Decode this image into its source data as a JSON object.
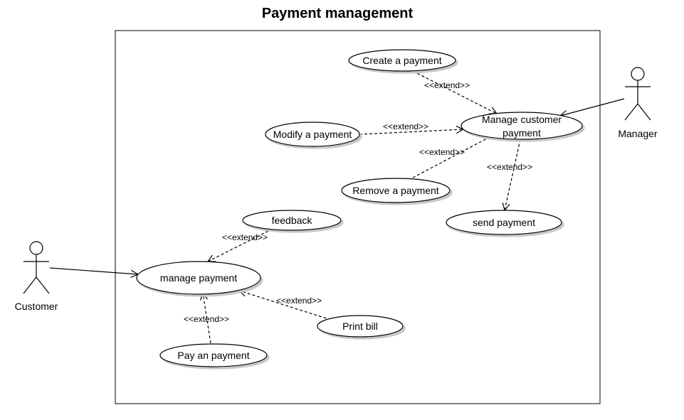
{
  "diagram": {
    "title": "Payment management",
    "actors": {
      "customer": "Customer",
      "manager": "Manager"
    },
    "use_cases": {
      "create_payment": "Create a payment",
      "manage_customer_payment_line1": "Manage customer",
      "manage_customer_payment_line2": "payment",
      "modify_payment": "Modify a payment",
      "remove_payment": "Remove a payment",
      "send_payment": "send payment",
      "feedback": "feedback",
      "manage_payment": "manage payment",
      "print_bill": "Print bill",
      "pay_payment": "Pay an payment"
    },
    "relations": {
      "extend": "<<extend>>"
    }
  }
}
